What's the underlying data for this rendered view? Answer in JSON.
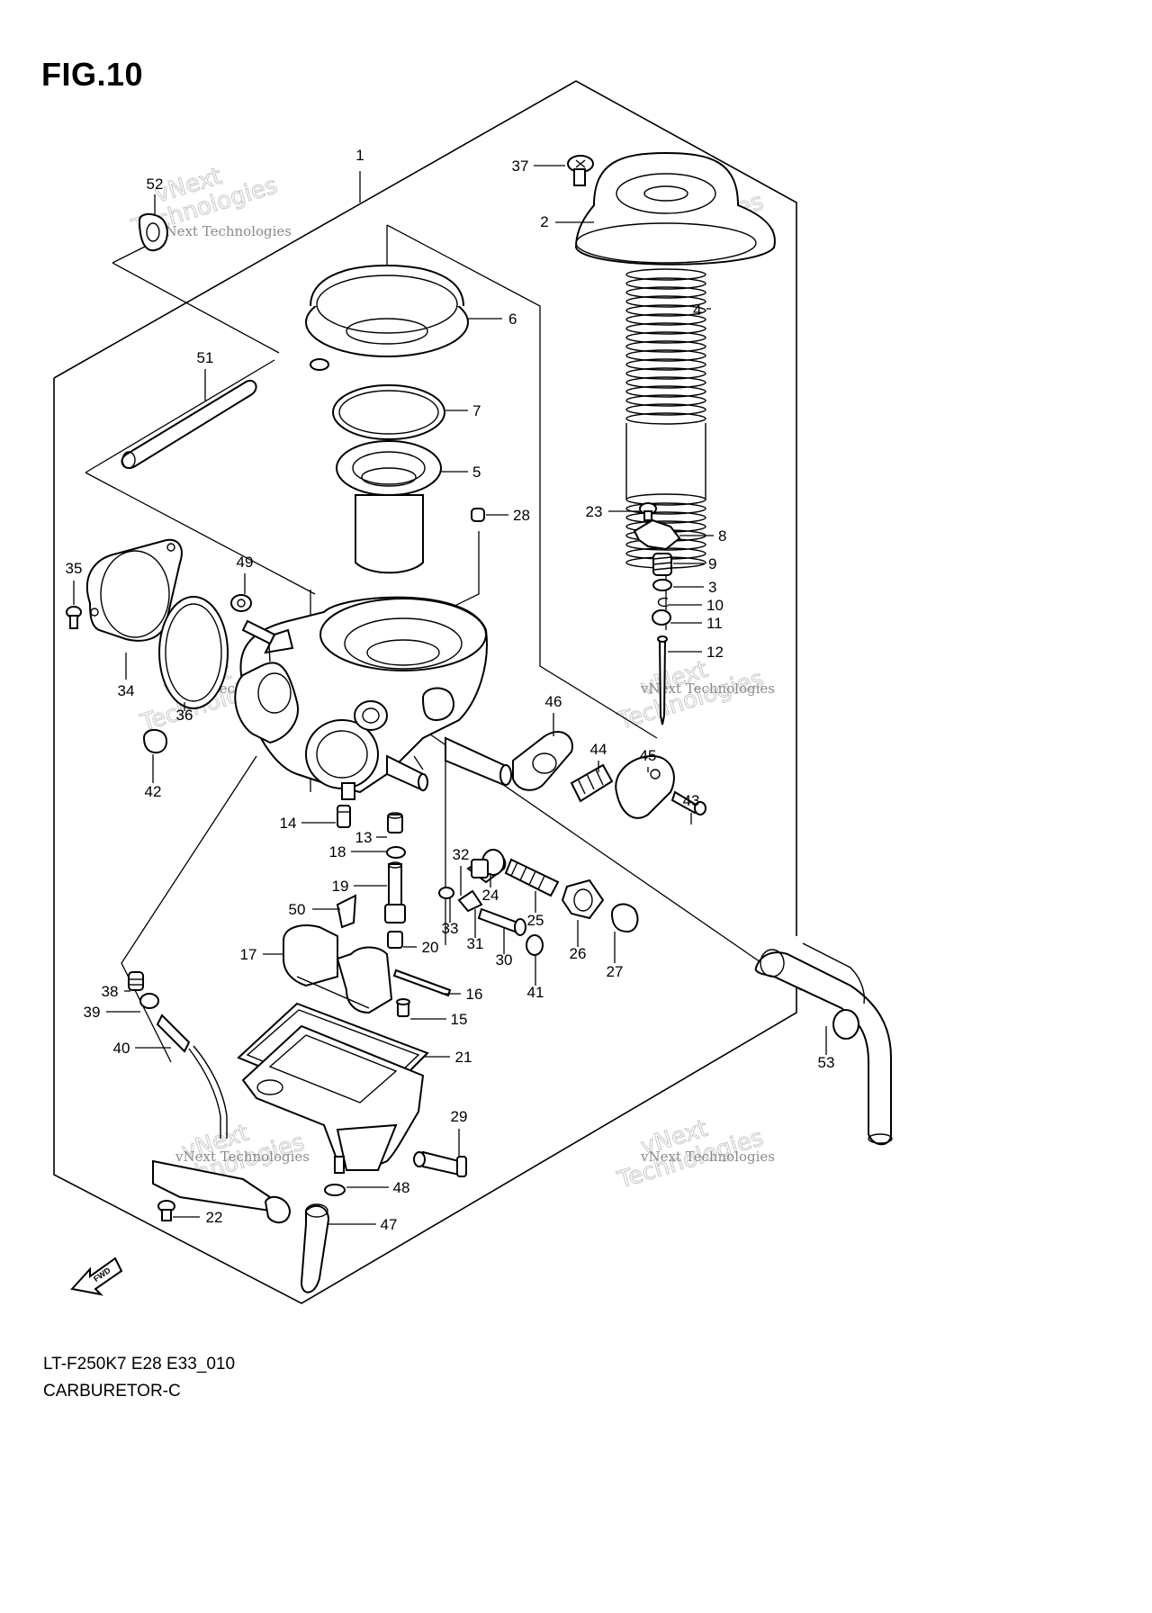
{
  "figure": {
    "title": "FIG.10"
  },
  "footer": {
    "code": "LT-F250K7 E28 E33_010",
    "name": "CARBURETOR-C"
  },
  "watermark": {
    "line1": "vNext Technologies",
    "line2": "Technologies",
    "line3": "vNext"
  },
  "fwd_label": "FWD",
  "callouts": [
    "1",
    "2",
    "3",
    "4",
    "5",
    "6",
    "7",
    "8",
    "9",
    "10",
    "11",
    "12",
    "13",
    "14",
    "15",
    "16",
    "17",
    "18",
    "19",
    "20",
    "21",
    "22",
    "23",
    "24",
    "25",
    "26",
    "27",
    "28",
    "29",
    "30",
    "31",
    "32",
    "33",
    "34",
    "35",
    "36",
    "37",
    "38",
    "39",
    "40",
    "41",
    "42",
    "43",
    "44",
    "45",
    "46",
    "47",
    "48",
    "49",
    "50",
    "51",
    "52",
    "53"
  ]
}
